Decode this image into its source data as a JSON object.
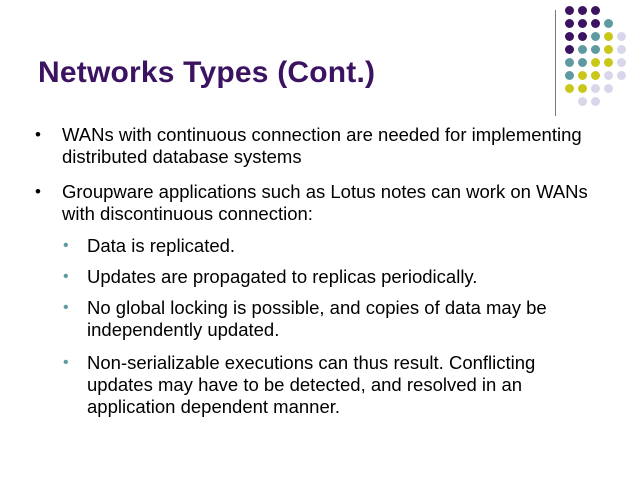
{
  "slide": {
    "title": "Networks Types (Cont.)",
    "bullets": [
      {
        "level": 1,
        "text": "WANs with continuous connection are needed for implementing distributed database systems"
      },
      {
        "level": 1,
        "text": "Groupware applications such as Lotus notes can work on WANs with discontinuous connection:"
      },
      {
        "level": 2,
        "text": "Data is replicated."
      },
      {
        "level": 2,
        "text": "Updates are propagated to replicas periodically."
      },
      {
        "level": 2,
        "text": "No global locking is possible, and copies of data may be independently updated."
      },
      {
        "level": 2,
        "text": "Non-serializable executions can thus result. Conflicting updates may have to be detected, and resolved in an application dependent manner."
      }
    ],
    "bullet_glyph": "•",
    "colors": {
      "title": "#3c1361",
      "dot_purple": "#3c1361",
      "dot_teal": "#5f9aa0",
      "dot_yellow": "#c9c81a",
      "dot_lavender": "#d8d6ea",
      "divider": "#7a7a7a"
    }
  }
}
